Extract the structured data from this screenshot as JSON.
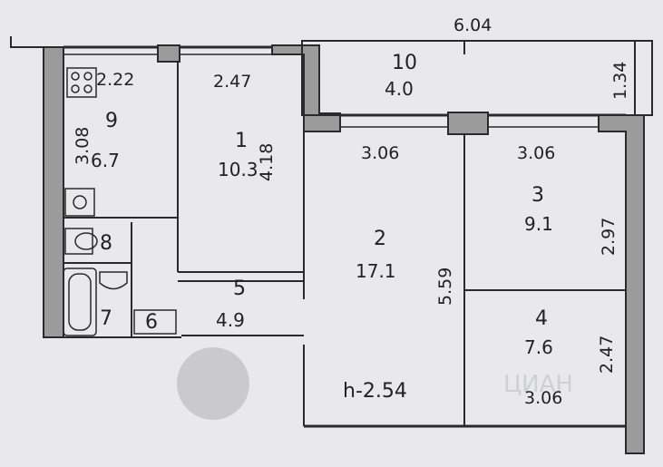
{
  "floorplan": {
    "dimensions": {
      "balcony_width": "6.04",
      "balcony_depth": "1.34",
      "kitchen_width": "2.22",
      "kitchen_depth": "3.08",
      "room1_width": "2.47",
      "room1_depth": "4.18",
      "room2_window": "3.06",
      "room3_window": "3.06",
      "room2_depth": "5.59",
      "room3_depth": "2.97",
      "room4_depth": "2.47",
      "room4_width": "3.06",
      "ceiling_height": "h-2.54"
    },
    "rooms": [
      {
        "number": "1",
        "area": "10.3"
      },
      {
        "number": "2",
        "area": "17.1"
      },
      {
        "number": "3",
        "area": "9.1"
      },
      {
        "number": "4",
        "area": "7.6"
      },
      {
        "number": "5",
        "area": "4.9"
      },
      {
        "number": "6",
        "area": ""
      },
      {
        "number": "7",
        "area": ""
      },
      {
        "number": "8",
        "area": ""
      },
      {
        "number": "9",
        "area": "6.7"
      },
      {
        "number": "10",
        "area": "4.0"
      }
    ],
    "watermark": "ЦИАН"
  }
}
